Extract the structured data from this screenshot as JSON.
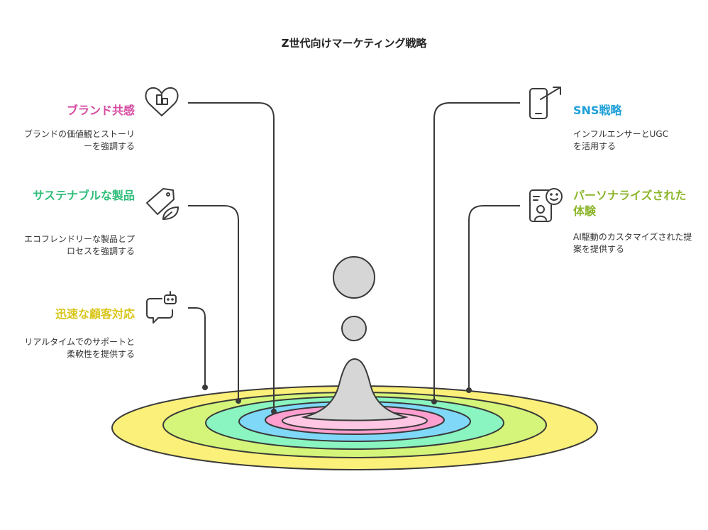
{
  "title": "Z世代向けマーケティング戦略",
  "colors": {
    "stroke": "#3a3a3a",
    "drop": "#d6d6d6",
    "pink": "#d64aa0",
    "green": "#2fbe7a",
    "yellow": "#d9c51a",
    "blue": "#1ea0d8",
    "olive": "#8cb52a"
  },
  "items": {
    "brand": {
      "title": "ブランド共感",
      "desc": "ブランドの価値観とストーリーを強調する",
      "icon": "heart-building-icon",
      "ring_color": "#ff9fcf"
    },
    "sustainable": {
      "title": "サステナブルな製品",
      "desc": "エコフレンドリーな製品とプロセスを強調する",
      "icon": "eco-tag-leaf-icon",
      "ring_color": "#8af5c0"
    },
    "support": {
      "title": "迅速な顧客対応",
      "desc": "リアルタイムでのサポートと柔軟性を提供する",
      "icon": "chatbot-icon",
      "ring_color": "#fbf07a"
    },
    "sns": {
      "title": "SNS戦略",
      "desc": "インフルエンサーとUGCを活用する",
      "icon": "phone-trend-icon",
      "ring_color": "#7fd8f7"
    },
    "personal": {
      "title": "パーソナライズされた体験",
      "desc": "AI駆動のカスタマイズされた提案を提供する",
      "icon": "profile-smile-icon",
      "ring_color": "#d4f57a"
    }
  }
}
